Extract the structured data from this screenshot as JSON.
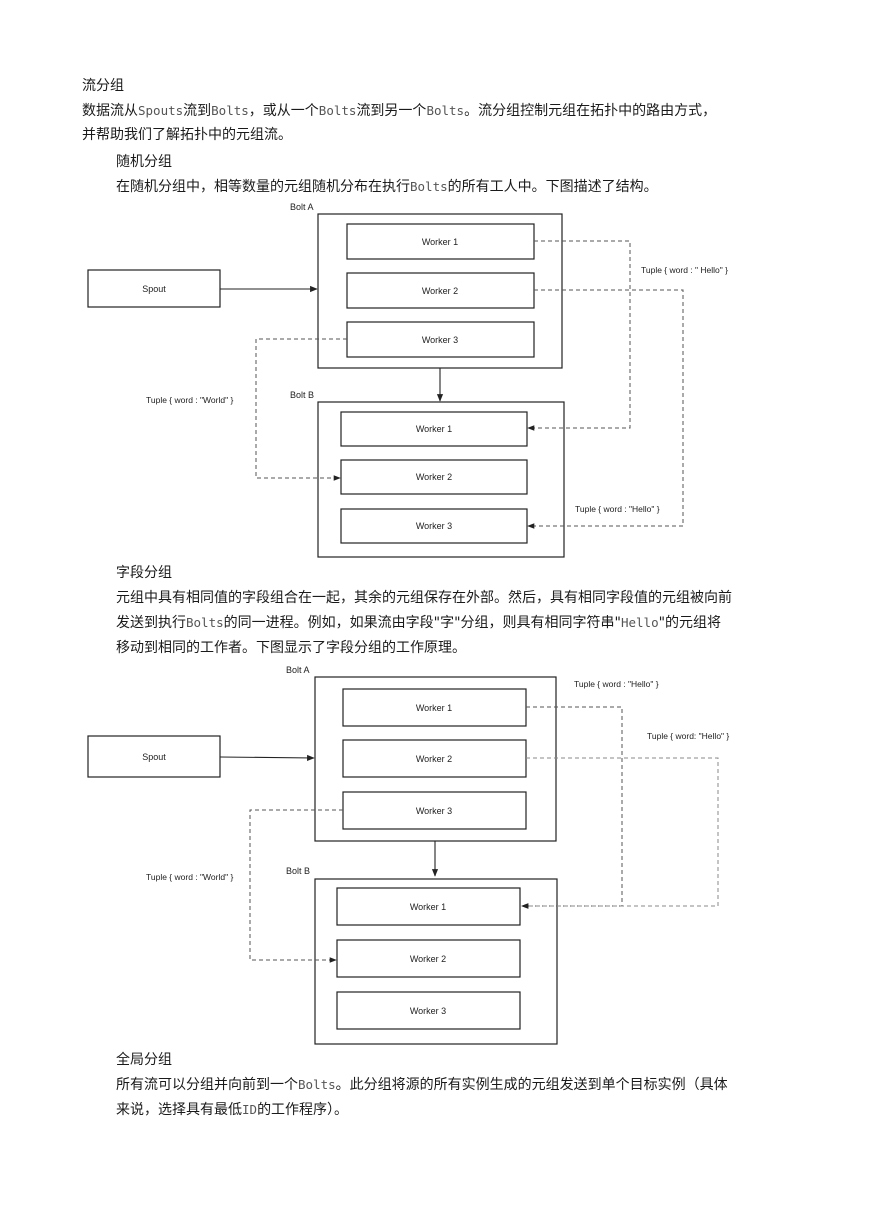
{
  "heading": "流分组",
  "intro": {
    "l1": [
      "数据流从",
      "Spouts",
      "流到",
      "Bolts",
      "，或从一个",
      "Bolts",
      "流到另一个",
      "Bolts",
      "。流分组控制元组在拓扑中的路由方式，"
    ],
    "l2": "并帮助我们了解拓扑中的元组流。"
  },
  "shuffle": {
    "title": "随机分组",
    "text": [
      "在随机分组中，相等数量的元组随机分布在执行",
      "Bolts",
      "的所有工人中。下图描述了结构。"
    ]
  },
  "diagram1": {
    "bolt_a": "Bolt A",
    "bolt_b": "Bolt B",
    "spout": "Spout",
    "a_workers": [
      "Worker 1",
      "Worker 2",
      "Worker 3"
    ],
    "b_workers": [
      "Worker 1",
      "Worker 2",
      "Worker 3"
    ],
    "tuple_hello_top": "Tuple { word : \" Hello\" }",
    "tuple_world": "Tuple { word : \"World\" }",
    "tuple_hello_bottom": "Tuple { word : \"Hello\" }"
  },
  "fields": {
    "title": "字段分组",
    "l1": "元组中具有相同值的字段组合在一起，其余的元组保存在外部。然后，具有相同字段值的元组被向前",
    "l2": [
      "发送到执行",
      "Bolts",
      "的同一进程。例如，如果流由字段\"字\"分组，则具有相同字符串\"",
      "Hello",
      "\"的元组将"
    ],
    "l3": "移动到相同的工作者。下图显示了字段分组的工作原理。"
  },
  "diagram2": {
    "bolt_a": "Bolt A",
    "bolt_b": "Bolt B",
    "spout": "Spout",
    "a_workers": [
      "Worker 1",
      "Worker 2",
      "Worker 3"
    ],
    "b_workers": [
      "Worker 1",
      "Worker 2",
      "Worker 3"
    ],
    "tuple_hello_1": "Tuple { word : \"Hello\" }",
    "tuple_hello_2": "Tuple { word: \"Hello\" }",
    "tuple_world": "Tuple { word : \"World\" }"
  },
  "global": {
    "title": "全局分组",
    "l1": [
      "所有流可以分组并向前到一个",
      "Bolts",
      "。此分组将源的所有实例生成的元组发送到单个目标实例（具体"
    ],
    "l2": [
      "来说，选择具有最低",
      "ID",
      "的工作程序）。"
    ]
  }
}
